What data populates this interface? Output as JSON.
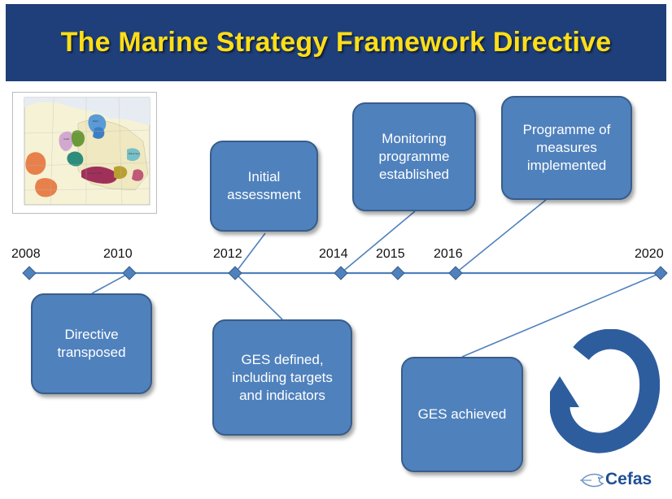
{
  "title": "The Marine Strategy Framework Directive",
  "timeline": {
    "years": [
      "2008",
      "2010",
      "2012",
      "2014",
      "2015",
      "2016",
      "2020"
    ]
  },
  "milestones": {
    "directive_transposed": "Directive\ntransposed",
    "initial_assessment": "Initial\nassessment",
    "ges_defined": "GES defined,\nincluding targets\nand indicators",
    "monitoring": "Monitoring\nprogramme\nestablished",
    "measures": "Programme of\nmeasures\nimplemented",
    "ges_achieved": "GES achieved"
  },
  "logo": {
    "text": "Cefas"
  },
  "colors": {
    "banner": "#1f3f7a",
    "title": "#ffde17",
    "box_fill": "#4f81bd",
    "box_border": "#385d8a",
    "timeline": "#4f81bd",
    "cycle_arrow": "#2e5d9e"
  }
}
